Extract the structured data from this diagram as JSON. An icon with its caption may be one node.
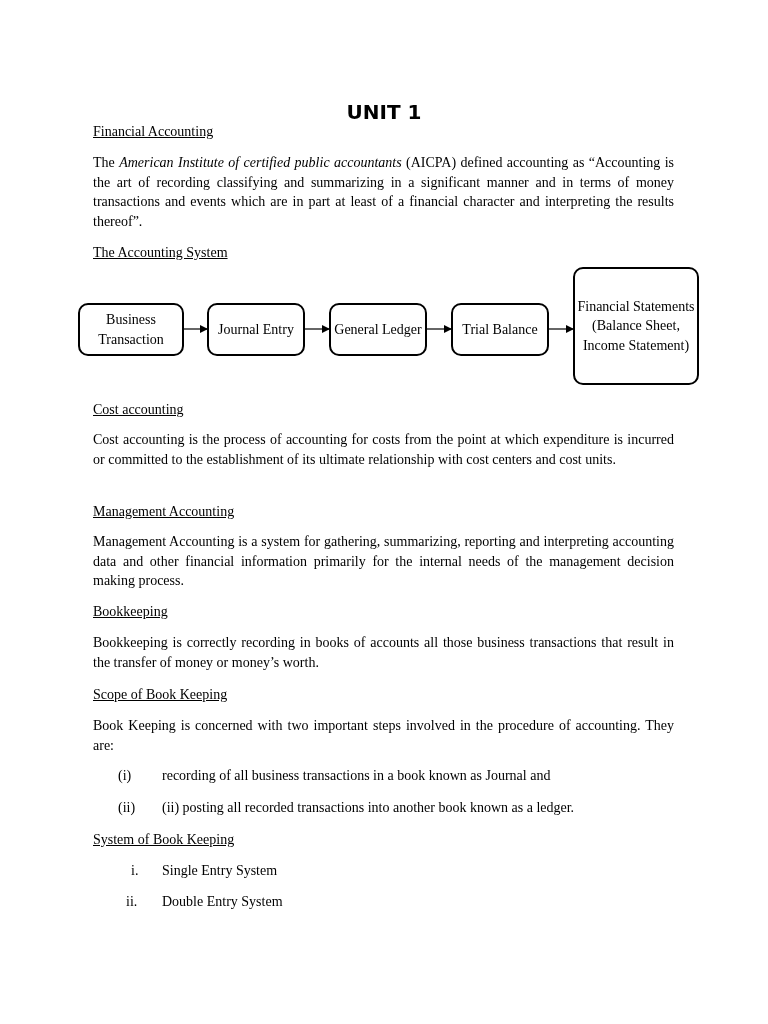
{
  "diagram": {
    "title": "UNIT 1",
    "nodes": [
      {
        "text": [
          "Business Transaction"
        ]
      },
      {
        "text": [
          "Journal Entry"
        ]
      },
      {
        "text": [
          "General Ledger"
        ]
      },
      {
        "text": [
          "Trial Balance"
        ]
      },
      {
        "text": [
          "Financial Statements (Balance Sheet, Income Statement)"
        ]
      }
    ],
    "edges": [
      {
        "from": 0,
        "to": 1,
        "arrow": "to"
      },
      {
        "from": 1,
        "to": 2,
        "arrow": "to"
      },
      {
        "from": 2,
        "to": 3,
        "arrow": "to"
      },
      {
        "from": 3,
        "to": 4,
        "arrow": "to"
      }
    ],
    "labels": [
      "Financial Accounting",
      "The *American Institute of certified public accountants* (AICPA) defined accounting as “Accounting is the art of recording classifying and summarizing in a significant manner and in terms of money transactions and events which are in part at least of a financial character and interpreting the results thereof”.",
      "The Accounting System",
      "Cost accounting",
      "Cost accounting is the process of accounting for costs from the point at which expenditure is incurred or committed to the establishment of its ultimate relationship with cost centers and cost units.",
      "Management Accounting",
      "Management Accounting is a system for gathering, summarizing, reporting and interpreting accounting data and other financial information primarily for the internal needs of the management decision making process.",
      "Bookkeeping",
      "Bookkeeping is correctly recording in books of accounts all those business transactions that result in the transfer of money or money’s worth.",
      "Scope of Book Keeping",
      "Book Keeping is concerned with two important steps involved in the procedure of accounting. They are:",
      "(i)",
      "recording of all business transactions in a book known as Journal and",
      "(ii)",
      "(ii) posting all recorded transactions into another book known as a ledger.",
      "System of Book Keeping",
      "i.",
      "Single Entry System",
      "ii.",
      "Double Entry System"
    ]
  }
}
